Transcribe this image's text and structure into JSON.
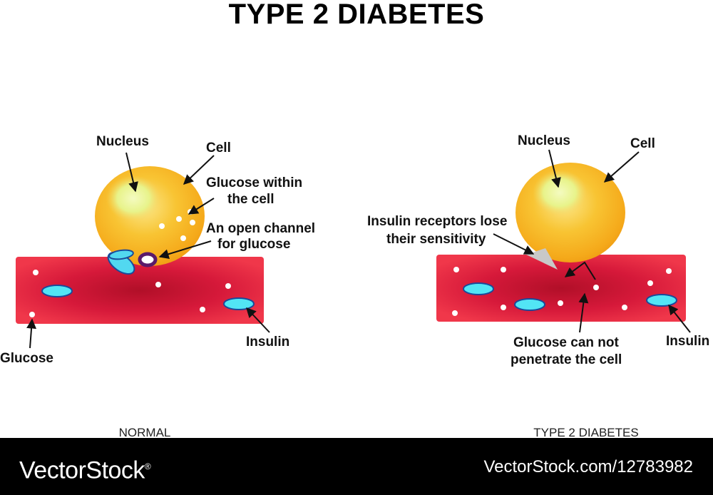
{
  "title": "TYPE 2 DIABETES",
  "normal": {
    "caption": "NORMAL",
    "labels": {
      "nucleus": "Nucleus",
      "cell": "Cell",
      "glucose_within_1": "Glucose within",
      "glucose_within_2": "the cell",
      "open_channel_1": "An open channel",
      "open_channel_2": "for glucose",
      "glucose": "Glucose",
      "insulin": "Insulin"
    }
  },
  "diabetes": {
    "caption": "TYPE 2 DIABETES",
    "labels": {
      "nucleus": "Nucleus",
      "cell": "Cell",
      "receptors_1": "Insulin receptors lose",
      "receptors_2": "their sensitivity",
      "cannot_1": "Glucose can not",
      "cannot_2": "penetrate the cell",
      "insulin": "Insulin"
    }
  },
  "colors": {
    "vessel": "#e8243c",
    "vessel_dark": "#b5102a",
    "cell": "#f6b51e",
    "nucleus": "#eef590",
    "insulin": "#52e5f5",
    "receptor": "#6fd0f0",
    "channel": "#5a1a6a"
  },
  "footer": {
    "brand": "VectorStock",
    "registered": "®",
    "url": "VectorStock.com/12783982"
  }
}
